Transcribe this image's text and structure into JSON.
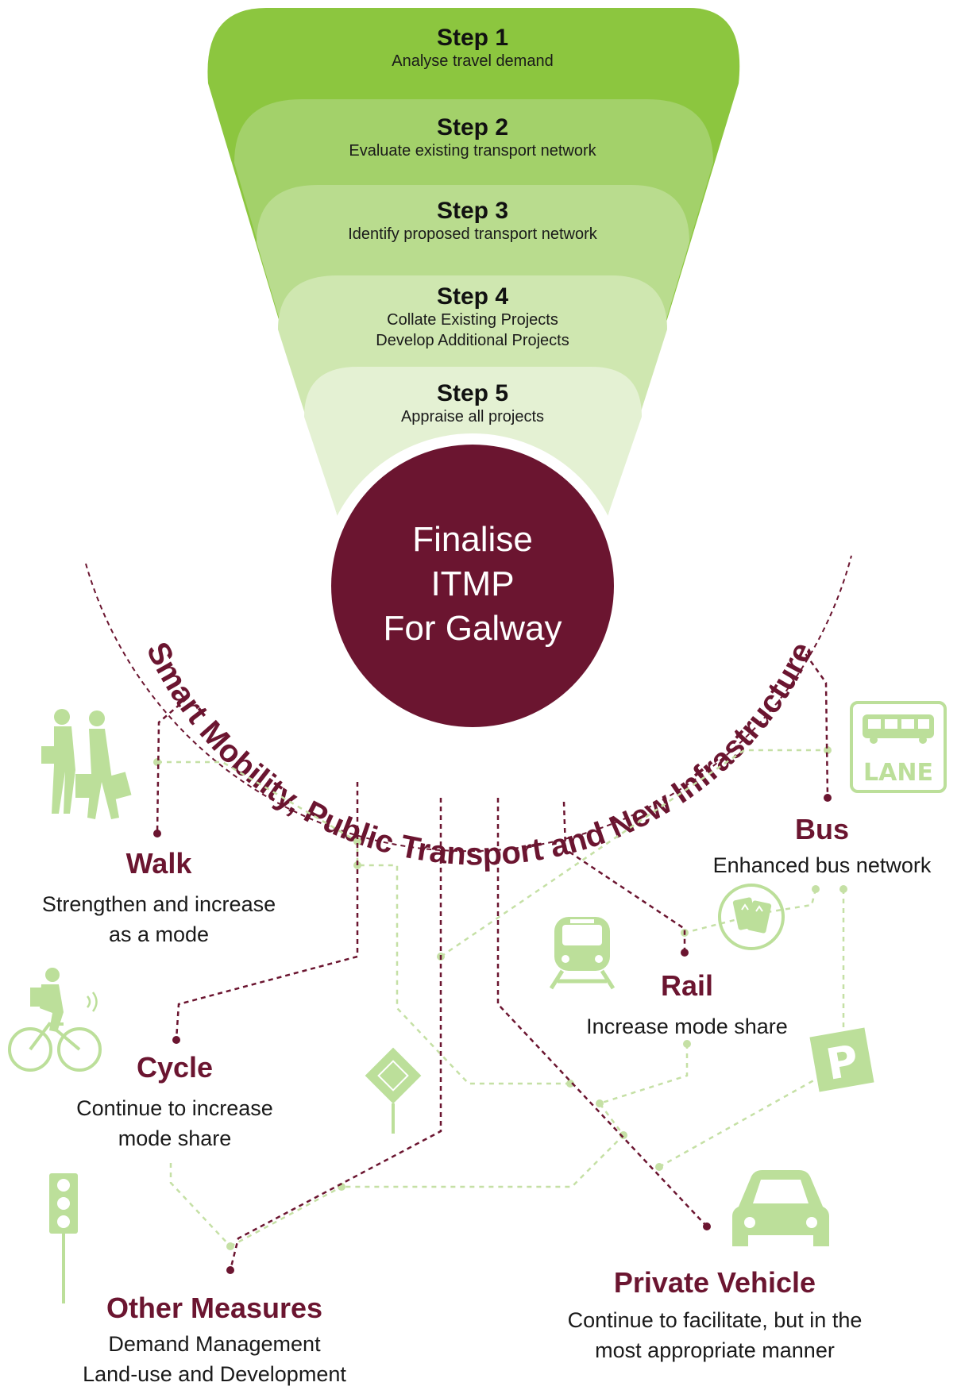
{
  "colors": {
    "maroon": "#6b1530",
    "green_dark": "#8cc63f",
    "green_light": "#c5e0a5",
    "icon_green": "#bcdf9a"
  },
  "funnel": {
    "steps": [
      {
        "title": "Step 1",
        "description": [
          "Analyse travel demand"
        ]
      },
      {
        "title": "Step 2",
        "description": [
          "Evaluate existing transport network"
        ]
      },
      {
        "title": "Step 3",
        "description": [
          "Identify proposed transport network"
        ]
      },
      {
        "title": "Step 4",
        "description": [
          "Collate Existing Projects",
          "Develop Additional Projects"
        ]
      },
      {
        "title": "Step 5",
        "description": [
          "Appraise all projects"
        ]
      }
    ]
  },
  "center": {
    "lines": [
      "Finalise",
      "ITMP",
      "For Galway"
    ]
  },
  "arc_text": "Smart Mobility, Public Transport and New Infrastructure",
  "modes": {
    "walk": {
      "title": "Walk",
      "description": [
        "Strengthen and increase",
        "as a mode"
      ],
      "icon": "walking-people-icon"
    },
    "cycle": {
      "title": "Cycle",
      "description": [
        "Continue to increase",
        "mode share"
      ],
      "icon": "cyclist-icon"
    },
    "bus": {
      "title": "Bus",
      "description": [
        "Enhanced bus network"
      ],
      "icon": "bus-lane-icon",
      "sign_text": "LANE"
    },
    "rail": {
      "title": "Rail",
      "description": [
        "Increase mode share"
      ],
      "icon": "train-icon"
    },
    "private_vehicle": {
      "title": "Private Vehicle",
      "description": [
        "Continue to facilitate, but in the",
        "most appropriate manner"
      ],
      "icon": "car-icon"
    },
    "other": {
      "title": "Other Measures",
      "description": [
        "Demand Management",
        "Land-use and Development"
      ],
      "icon": "traffic-light-icon"
    }
  },
  "signs": {
    "parking": {
      "text": "P",
      "icon": "parking-sign-icon"
    },
    "tickets": {
      "icon": "tickets-icon"
    },
    "diamond": {
      "icon": "diamond-road-sign-icon"
    }
  }
}
